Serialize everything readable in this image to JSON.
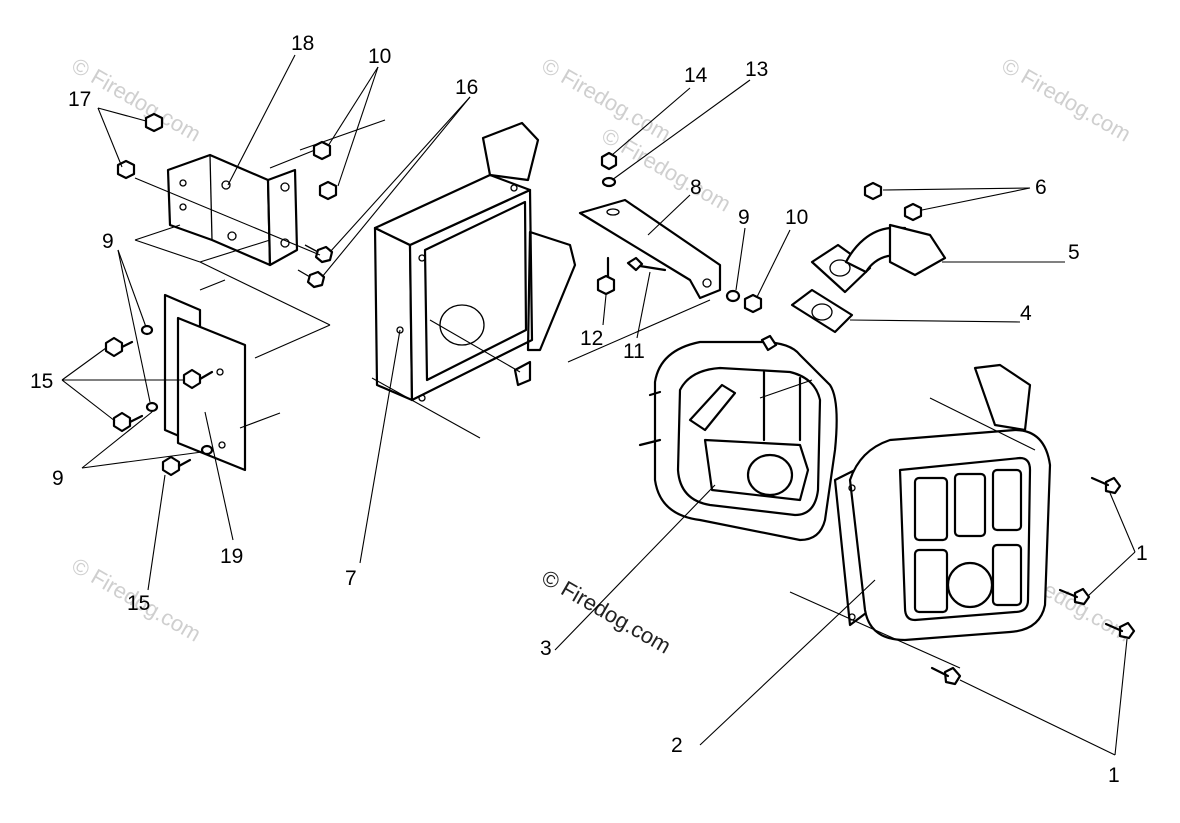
{
  "callouts": {
    "c18": "18",
    "c10a": "10",
    "c16": "16",
    "c17": "17",
    "c14": "14",
    "c13": "13",
    "c8": "8",
    "c6": "6",
    "c5": "5",
    "c9a": "9",
    "c10b": "10",
    "c4": "4",
    "c12": "12",
    "c11": "11",
    "c9b": "9",
    "c15a": "15",
    "c9c": "9",
    "c15b": "15",
    "c19": "19",
    "c7": "7",
    "c3": "3",
    "c2": "2",
    "c1a": "1",
    "c1b": "1"
  },
  "watermarks": {
    "w1": "© Firedog.com",
    "w2": "© Firedog.com",
    "w3": "© Firedog.com",
    "w4": "© Firedog.com",
    "w5": "© Firedog.com",
    "w6": "© Firedog.com",
    "center": "© Firedog.com"
  }
}
